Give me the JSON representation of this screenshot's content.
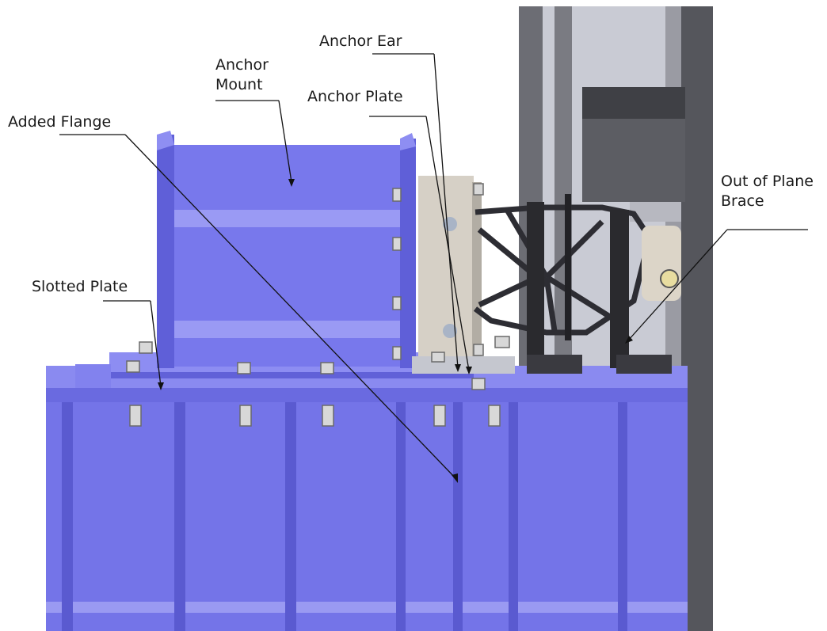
{
  "labels": {
    "anchor_ear": "Anchor Ear",
    "anchor_mount_line1": "Anchor",
    "anchor_mount_line2": "Mount",
    "anchor_plate": "Anchor Plate",
    "added_flange": "Added Flange",
    "out_of_plane_line1": "Out of Plane",
    "out_of_plane_line2": "Brace",
    "slotted_plate": "Slotted Plate"
  },
  "colors": {
    "steel_blue": "#7474e8",
    "steel_blue_dark": "#5a5ad0",
    "steel_blue_light": "#8a8af0",
    "frame_gray": "#c9cbd4",
    "frame_dark": "#55565c",
    "plate_beige": "#d6d0c6",
    "brace_dark": "#2a2a2e",
    "bolt": "#d8d8d8",
    "leader": "#111111"
  }
}
